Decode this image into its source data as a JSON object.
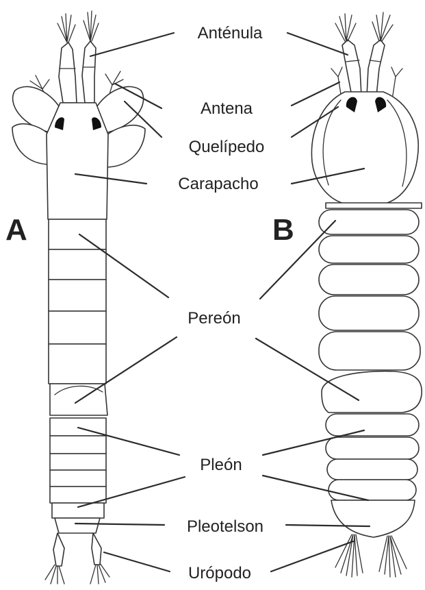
{
  "panels": {
    "a": "A",
    "b": "B"
  },
  "labels": {
    "antenula": "Anténula",
    "antena": "Antena",
    "quelipedo": "Quelípedo",
    "carapacho": "Carapacho",
    "pereon": "Pereón",
    "pleon": "Pleón",
    "pleotelson": "Pleotelson",
    "uropodo": "Urópodo"
  },
  "colors": {
    "line": "#2b2b2b",
    "body_fill": "#ffffff",
    "eye": "#111111",
    "text": "#222222"
  }
}
